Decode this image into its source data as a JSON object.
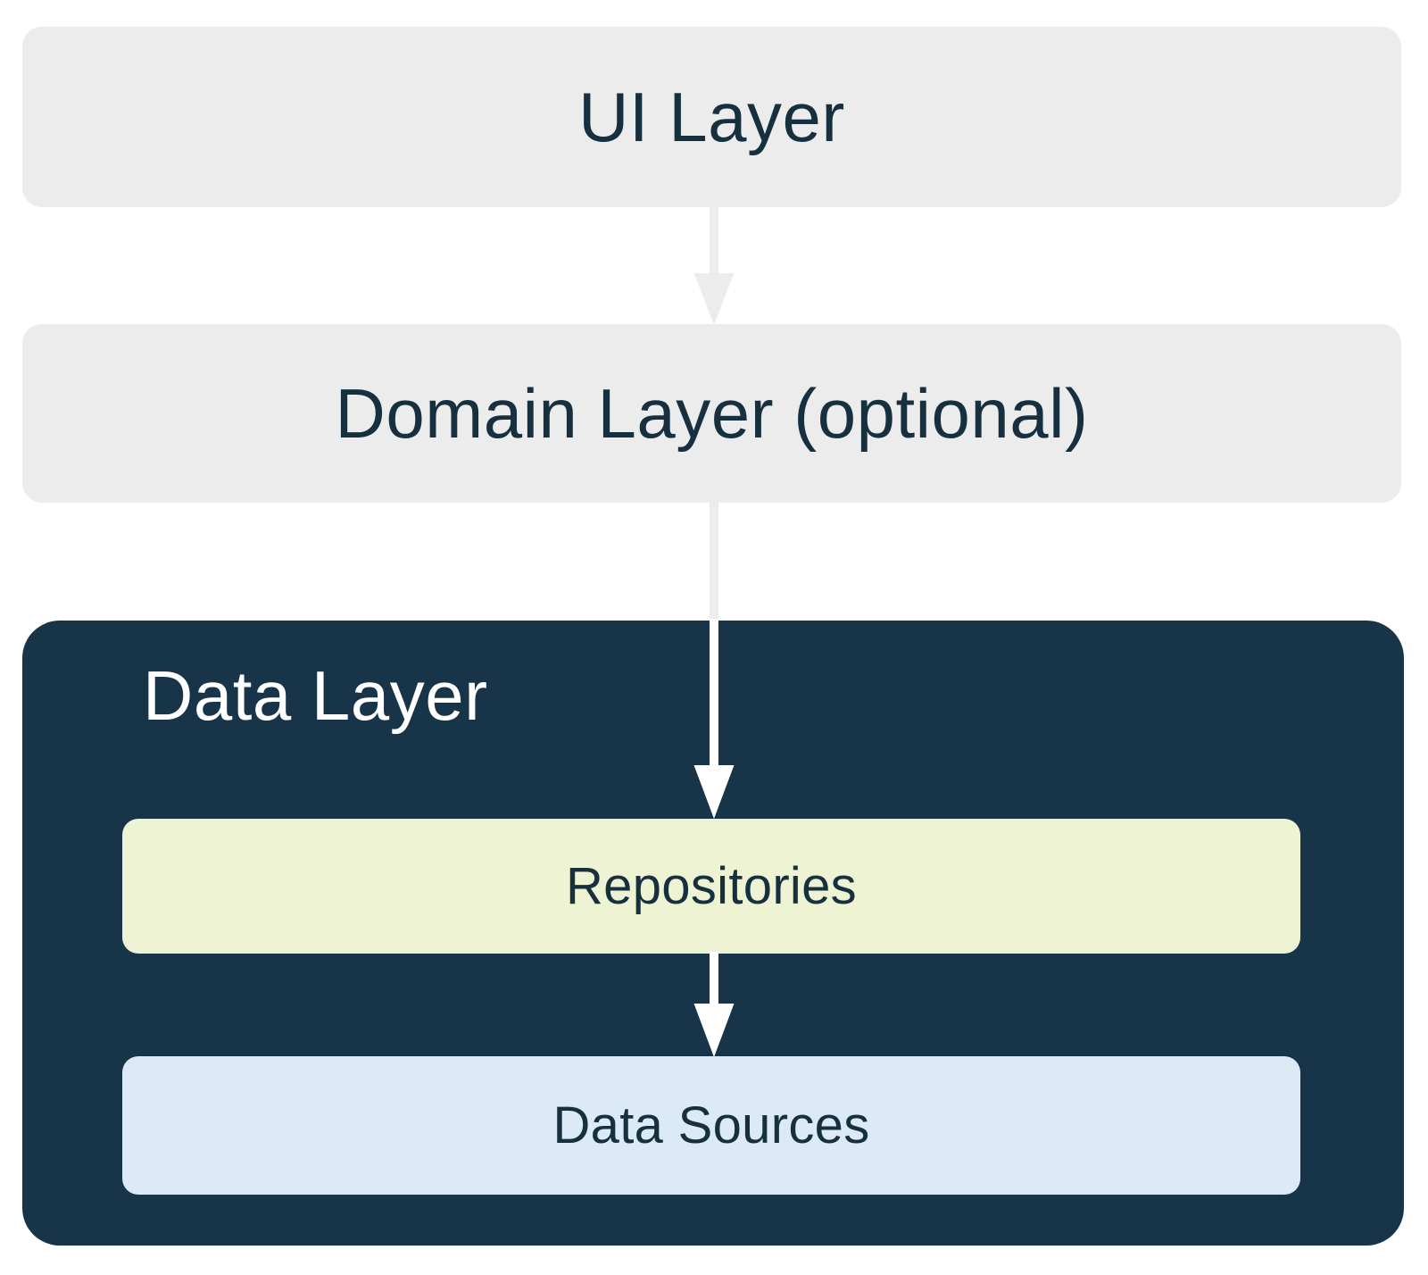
{
  "diagram": {
    "title": "App architecture layers",
    "type": "layered-architecture-diagram",
    "colors": {
      "background": "#FFFFFF",
      "light_box_fill": "#ECECEC",
      "dark_box_fill": "#173449",
      "dark_text": "#16303F",
      "light_text": "#FFFFFF",
      "repositories_fill": "#EEF3D3",
      "data_sources_fill": "#DCEAF8",
      "arrow_gray": "#ECECEC",
      "arrow_white": "#FFFFFF"
    }
  },
  "layers": {
    "ui": {
      "label": "UI Layer"
    },
    "domain": {
      "label": "Domain Layer (optional)"
    },
    "data": {
      "label": "Data Layer",
      "children": {
        "repositories": {
          "label": "Repositories"
        },
        "data_sources": {
          "label": "Data Sources"
        }
      }
    }
  },
  "arrows": [
    {
      "name": "ui-to-domain",
      "from": "UI Layer",
      "to": "Domain Layer (optional)",
      "color": "#ECECEC",
      "direction": "down"
    },
    {
      "name": "domain-to-repositories",
      "from": "Domain Layer (optional)",
      "to": "Repositories",
      "color": "#ECECEC / #FFFFFF",
      "direction": "down"
    },
    {
      "name": "repositories-to-data-sources",
      "from": "Repositories",
      "to": "Data Sources",
      "color": "#FFFFFF",
      "direction": "down"
    }
  ]
}
